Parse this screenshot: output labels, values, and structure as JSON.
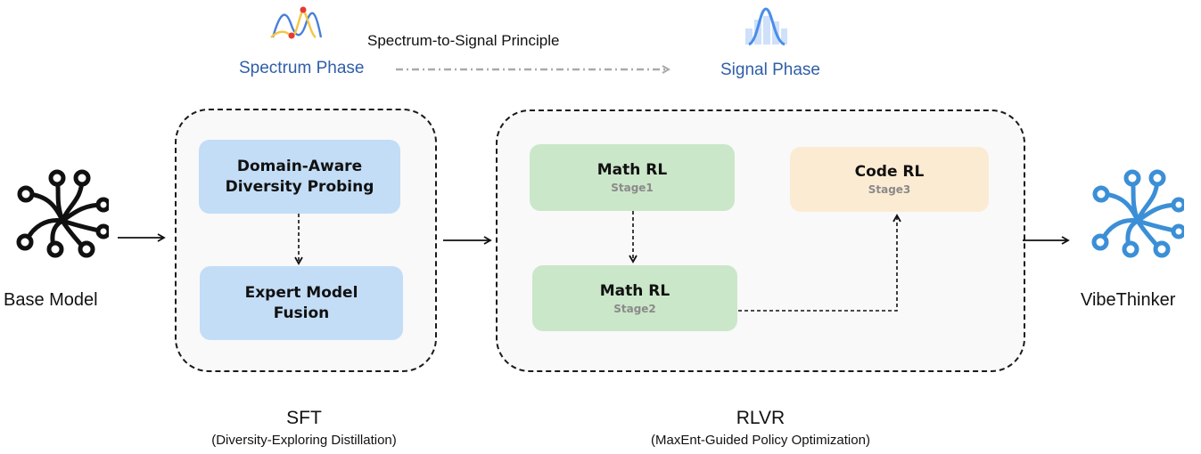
{
  "header": {
    "spectrum_phase": "Spectrum Phase",
    "signal_phase": "Signal Phase",
    "principle": "Spectrum-to-Signal Principle"
  },
  "input_model": {
    "label": "Base Model",
    "icon": "network-node-icon",
    "color": "#111111"
  },
  "output_model": {
    "label": "VibeThinker",
    "icon": "network-node-icon",
    "color": "#3b8fd6"
  },
  "sft": {
    "title": "SFT",
    "subtitle": "(Diversity-Exploring Distillation)",
    "boxes": [
      {
        "title": "Domain-Aware Diversity Probing"
      },
      {
        "title": "Expert Model Fusion"
      }
    ]
  },
  "rlvr": {
    "title": "RLVR",
    "subtitle": "(MaxEnt-Guided Policy Optimization)",
    "boxes": [
      {
        "title": "Math RL",
        "stage": "Stage1"
      },
      {
        "title": "Math RL",
        "stage": "Stage2"
      },
      {
        "title": "Code RL",
        "stage": "Stage3"
      }
    ]
  },
  "colors": {
    "sft_box": "#c3ddf7",
    "math_box": "#cbe7c9",
    "code_box": "#fcebd3",
    "phase_text": "#2f5ea8"
  }
}
